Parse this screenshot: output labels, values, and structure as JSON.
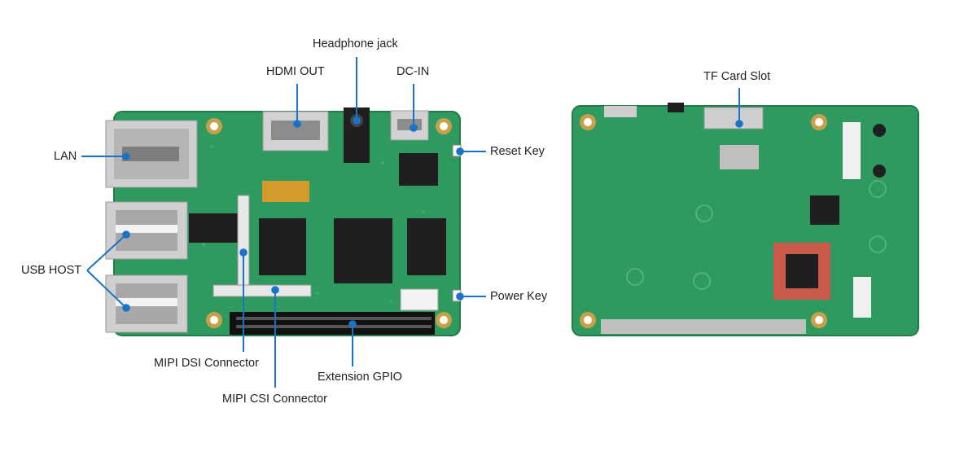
{
  "labels": {
    "headphone_jack": "Headphone jack",
    "hdmi_out": "HDMI OUT",
    "dc_in": "DC-IN",
    "lan": "LAN",
    "reset_key": "Reset Key",
    "usb_host": "USB HOST",
    "power_key": "Power Key",
    "mipi_dsi": "MIPI DSI Connector",
    "mipi_csi": "MIPI CSI Connector",
    "extension_gpio": "Extension GPIO",
    "tf_card_slot": "TF Card Slot"
  },
  "colors": {
    "pcb": "#2f9a5f",
    "pcb_dark": "#247a49",
    "leader": "#1a73c9",
    "text": "#222222",
    "gold": "#c9a04a",
    "metal": "#c8c8c8",
    "chip": "#1f1f1f"
  }
}
